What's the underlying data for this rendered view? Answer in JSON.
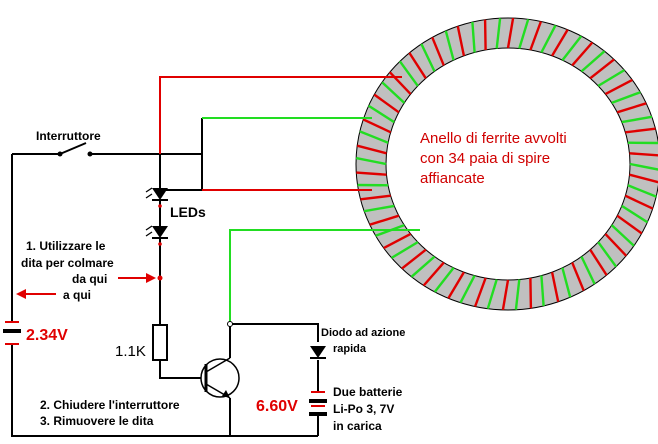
{
  "labels": {
    "switch": "Interruttore",
    "leds": "LEDs",
    "step1_line1": "1. Utilizzare le",
    "step1_line2": "dita per colmare",
    "step1_line3": "da qui",
    "step1_line4": "a qui",
    "battery_left": "2.34V",
    "resistor": "1.1K",
    "step2": "2. Chiudere l'interruttore",
    "step3": "3. Rimuovere le dita",
    "battery_right": "6.60V",
    "diode_line1": "Diodo ad azione",
    "diode_line2": "rapida",
    "batteries_line1": "Due batterie",
    "batteries_line2": "Li-Po 3, 7V",
    "batteries_line3": "in carica",
    "ring_line1": "Anello di ferrite avvolti",
    "ring_line2": "con 34 paia di spire",
    "ring_line3": "affiancate"
  },
  "ring": {
    "winding_pairs": 34
  },
  "colors": {
    "wire": "#000000",
    "coil_red": "#e00000",
    "coil_green": "#22dd22",
    "ferrite": "#c0c0c0",
    "label_red": "#e00000"
  }
}
